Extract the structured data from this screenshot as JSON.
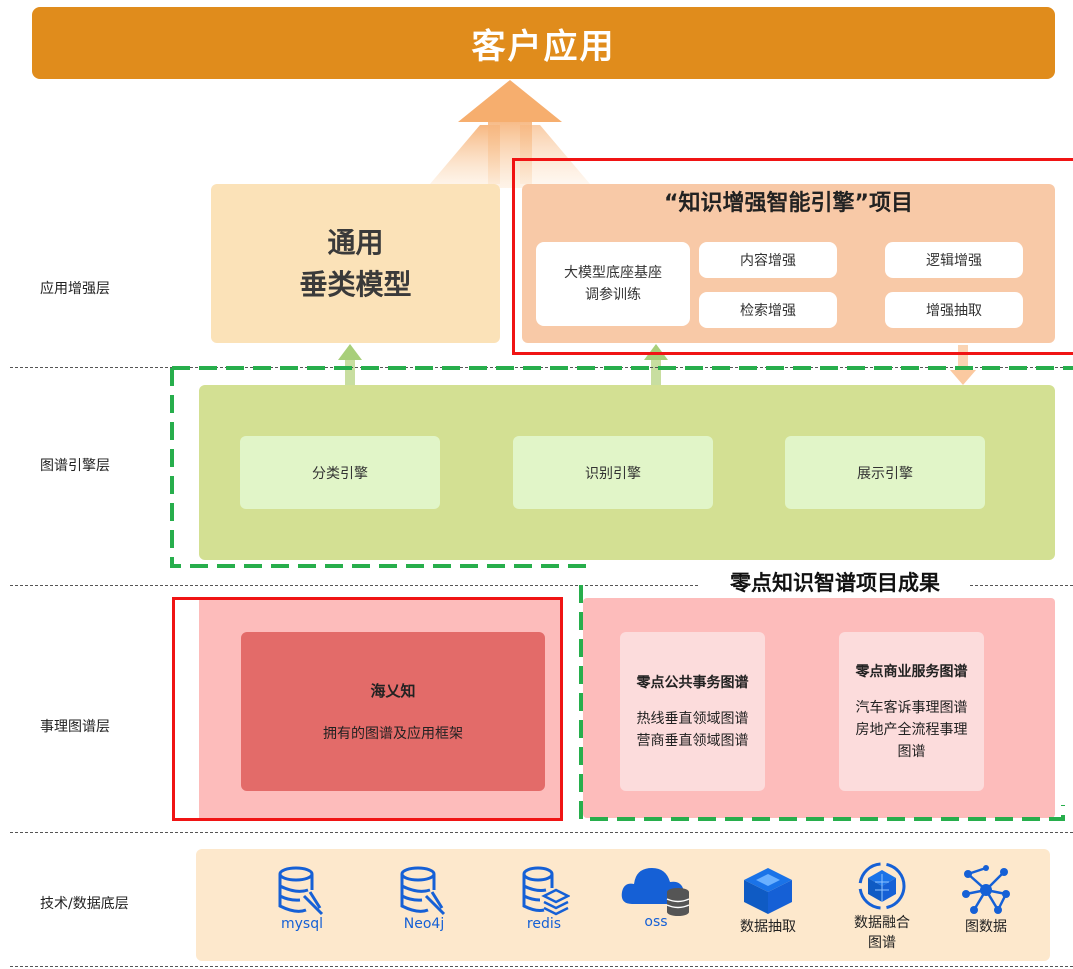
{
  "title": "客户应用",
  "layers": {
    "application": "应用增强层",
    "graph_engine": "图谱引擎层",
    "event_graph": "事理图谱层",
    "tech_data": "技术/数据底层"
  },
  "general_model": {
    "line1": "通用",
    "line2": "垂类模型"
  },
  "project": {
    "title": "“知识增强智能引擎”项目",
    "base_line1": "大模型底座基座",
    "base_line2": "调参训练",
    "content": "内容增强",
    "retrieval": "检索增强",
    "logic": "逻辑增强",
    "extraction": "增强抽取"
  },
  "engines": [
    "分类引擎",
    "识别引擎",
    "展示引擎"
  ],
  "achievement_title": "零点知识智谱项目成果",
  "haiyizhi": {
    "name": "海乂知",
    "desc": "拥有的图谱及应用框架"
  },
  "public_graph": {
    "title": "零点公共事务图谱",
    "item1": "热线垂直领域图谱",
    "item2": "营商垂直领域图谱"
  },
  "business_graph": {
    "title": "零点商业服务图谱",
    "item1": "汽车客诉事理图谱",
    "item2": "房地产全流程事理",
    "item3": "图谱"
  },
  "data_items": [
    {
      "label": "mysql",
      "icon": "database-icon"
    },
    {
      "label": "Neo4j",
      "icon": "database-icon"
    },
    {
      "label": "redis",
      "icon": "database-stack-icon"
    },
    {
      "label": "oss",
      "icon": "cloud-storage-icon"
    },
    {
      "label": "数据抽取",
      "icon": "cube-icon"
    },
    {
      "label": "数据融合\n图谱",
      "label1": "数据融合",
      "label2": "图谱",
      "icon": "globe-cube-icon"
    },
    {
      "label": "图数据",
      "icon": "graph-network-icon"
    }
  ],
  "colors": {
    "top_bar": "#e08c1c",
    "red_outline": "#f01414",
    "green_dash": "#27ae4c",
    "icon_blue": "#1560d6"
  }
}
